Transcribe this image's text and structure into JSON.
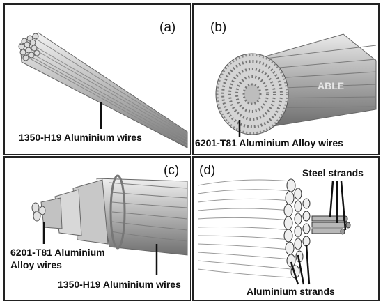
{
  "panels": {
    "a": {
      "label": "(a)",
      "caption": "1350-H19 Aluminium wires"
    },
    "b": {
      "label": "(b)",
      "caption": "6201-T81 Aluminium Alloy wires",
      "watermark": "ABLE"
    },
    "c": {
      "label": "(c)",
      "caption_alloy_line1": "6201-T81 Aluminium",
      "caption_alloy_line2": "Alloy wires",
      "caption_al": "1350-H19 Aluminium wires"
    },
    "d": {
      "label": "(d)",
      "caption_steel": "Steel strands",
      "caption_al": "Aluminium strands"
    }
  },
  "colors": {
    "border": "#222222",
    "wire_light": "#e8e8e8",
    "wire_mid": "#b5b5b5",
    "wire_dark": "#6e6e6e",
    "ink": "#111111"
  }
}
